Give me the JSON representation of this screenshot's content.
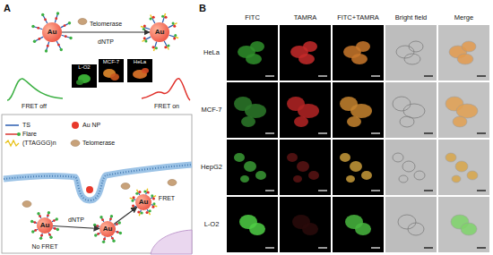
{
  "diagram": {
    "nodes": [
      {
        "text": [
          "Au"
        ]
      },
      {
        "text": [
          "Au"
        ]
      },
      {
        "text": [
          "L-O2"
        ]
      },
      {
        "text": [
          "MCF-7"
        ]
      },
      {
        "text": [
          "HeLa"
        ]
      },
      {
        "text": [
          "Au"
        ]
      },
      {
        "text": [
          "Au"
        ]
      },
      {
        "text": [
          "Au"
        ]
      }
    ],
    "edges": [
      {
        "from": 0,
        "to": 1,
        "arrow": "to",
        "label": "Telomerase"
      },
      {
        "from": 5,
        "to": 6,
        "arrow": "to",
        "label": "dNTP"
      },
      {
        "from": 6,
        "to": 7,
        "arrow": "to"
      }
    ],
    "labels": [
      "A",
      "dNTP",
      "FRET off",
      "FRET on",
      "No FRET",
      "FRET",
      "B",
      "FITC",
      "TAMRA",
      "FITC+TAMRA",
      "Bright field",
      "Merge",
      "HeLa",
      "MCF-7",
      "HepG2",
      "L-O2"
    ],
    "legend": [
      {
        "text": "TS"
      },
      {
        "text": "Flare"
      },
      {
        "text": "(TTAGGG)n"
      },
      {
        "text": "Telomerase"
      },
      {
        "text": "Au NP"
      }
    ]
  }
}
